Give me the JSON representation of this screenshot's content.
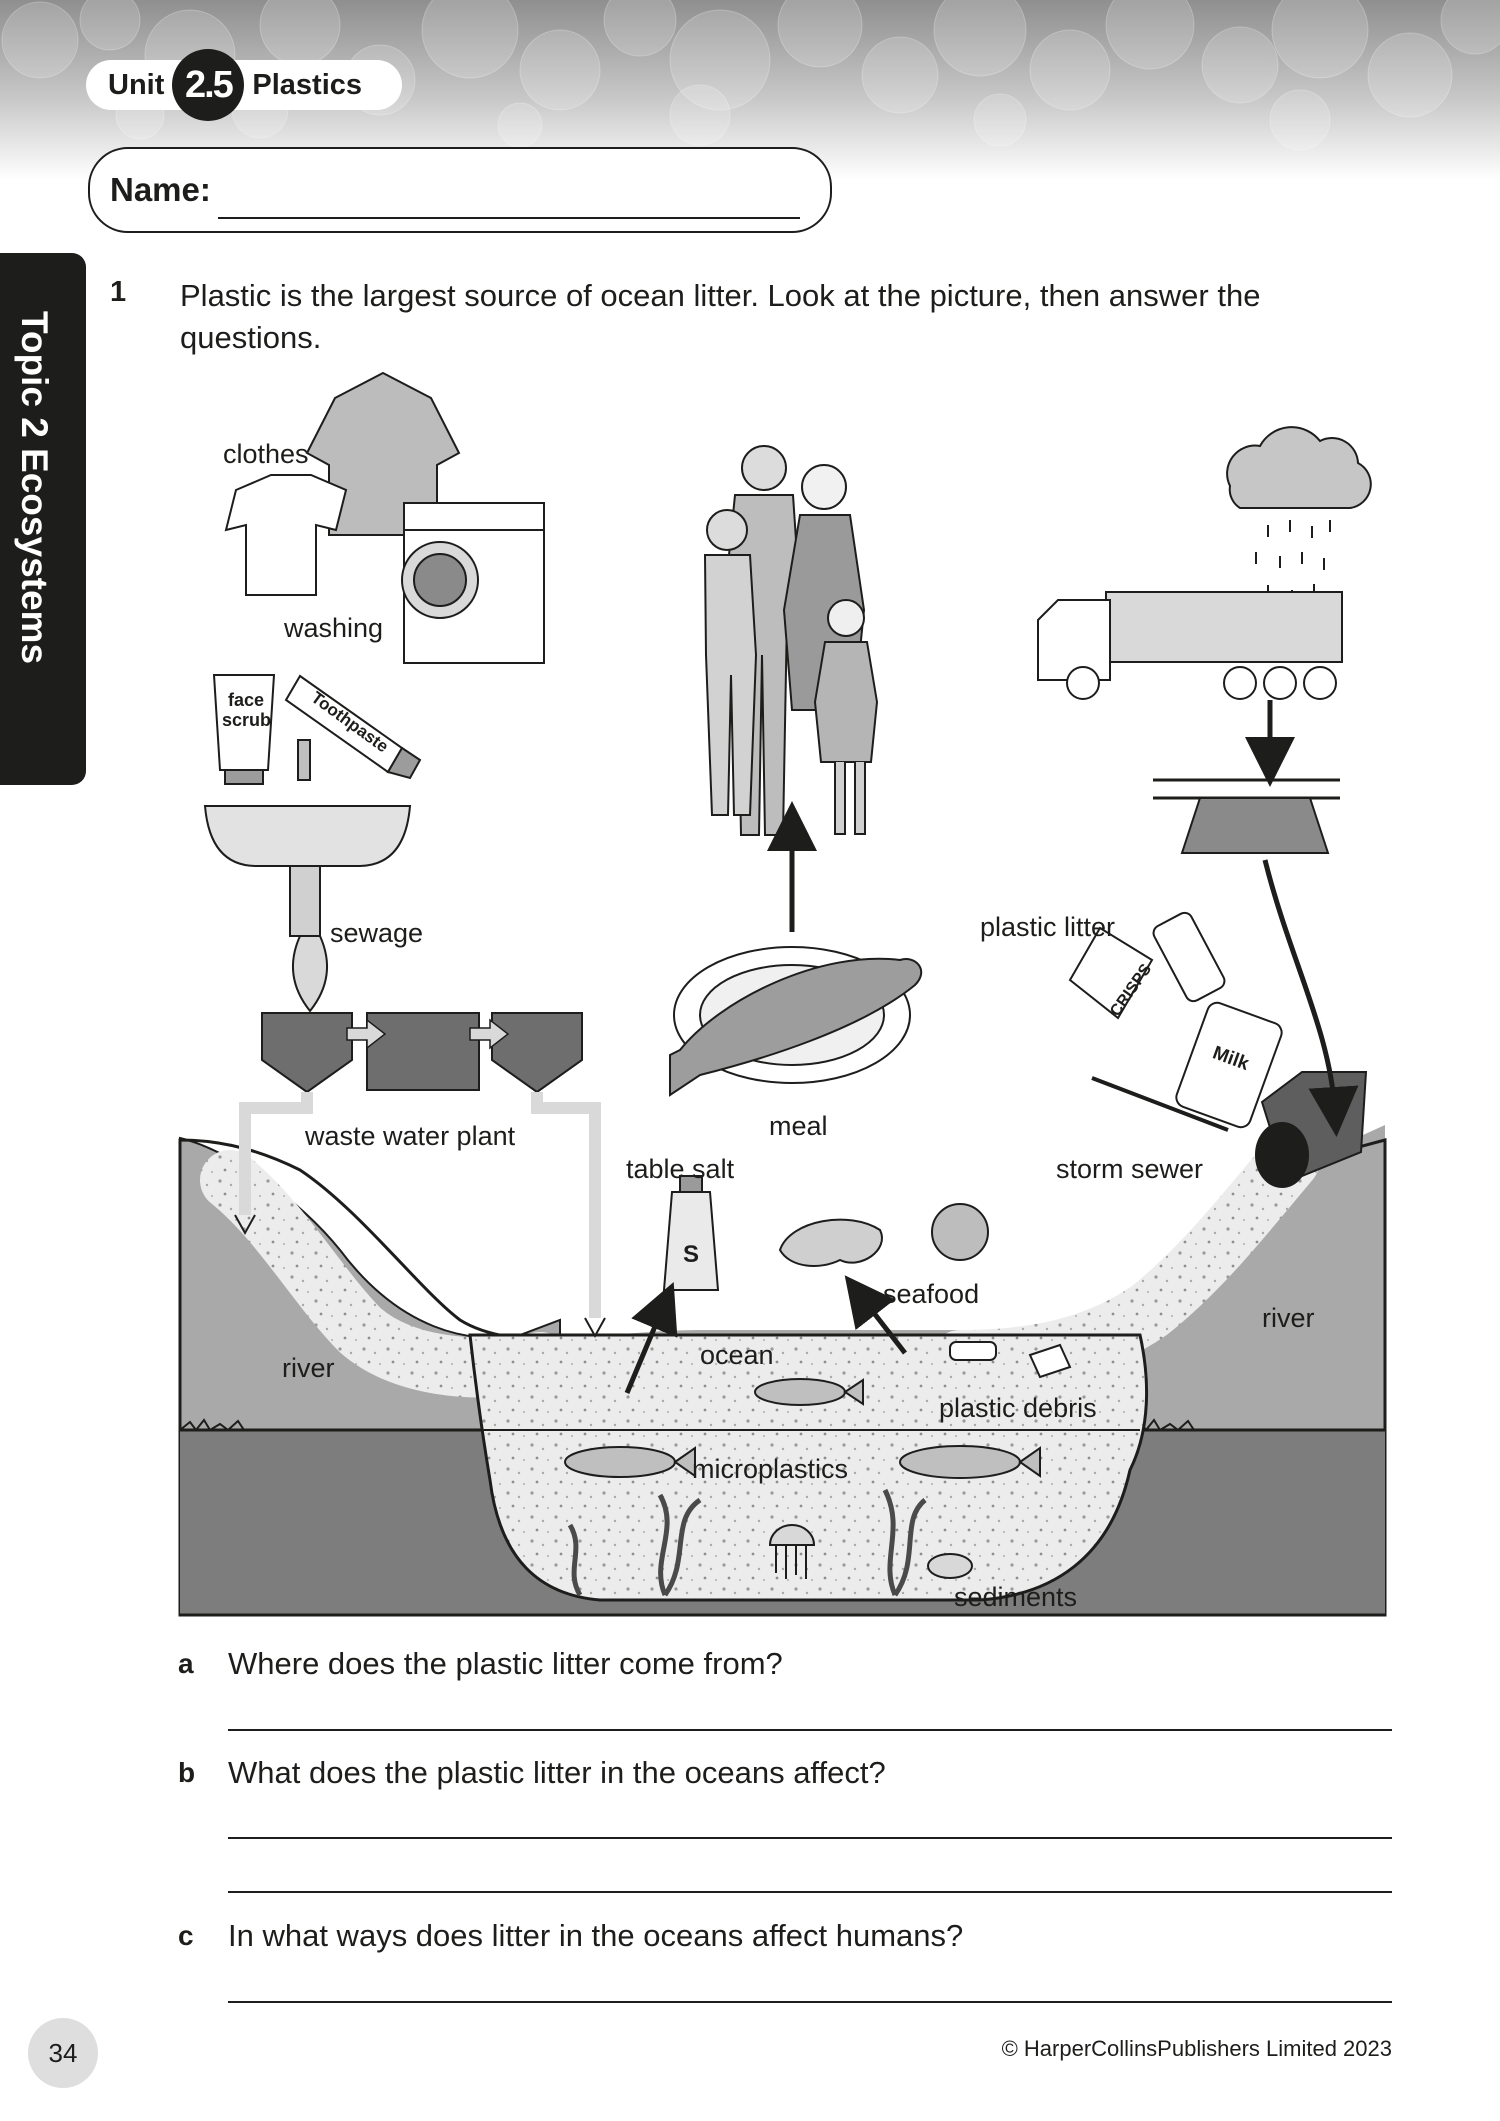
{
  "header": {
    "unit_word": "Unit",
    "unit_number": "2.5",
    "unit_title": "Plastics",
    "name_label": "Name:"
  },
  "side_tab": {
    "text": "Topic 2 Ecosystems"
  },
  "question": {
    "number": "1",
    "text": "Plastic is the largest source of ocean litter. Look at the picture, then answer the questions."
  },
  "diagram_labels": {
    "clothes": "clothes",
    "washing": "washing",
    "face_scrub_line1": "face",
    "face_scrub_line2": "scrub",
    "toothpaste": "Toothpaste",
    "sewage": "sewage",
    "waste_water_plant": "waste water plant",
    "river_left": "river",
    "meal": "meal",
    "table_salt": "table salt",
    "salt_letter": "S",
    "seafood": "seafood",
    "ocean": "ocean",
    "plastic_litter": "plastic litter",
    "crisps": "CRISPS",
    "milk": "Milk",
    "storm_sewer": "storm sewer",
    "river_right": "river",
    "plastic_debris": "plastic debris",
    "microplastics": "microplastics",
    "sediments": "sediments"
  },
  "subquestions": [
    {
      "letter": "a",
      "text": "Where does the plastic litter come from?"
    },
    {
      "letter": "b",
      "text": "What does the plastic litter in the oceans affect?"
    },
    {
      "letter": "c",
      "text": "In what ways does litter in the oceans affect humans?"
    }
  ],
  "footer": {
    "page_number": "34",
    "copyright": "© HarperCollinsPublishers Limited 2023"
  },
  "colors": {
    "ink": "#1d1d1b",
    "tab_background": "#1d1d1b",
    "band_grey": "#bdbdbd",
    "land_grey": "#9a9a9a",
    "water_light": "#e6e6e6"
  }
}
